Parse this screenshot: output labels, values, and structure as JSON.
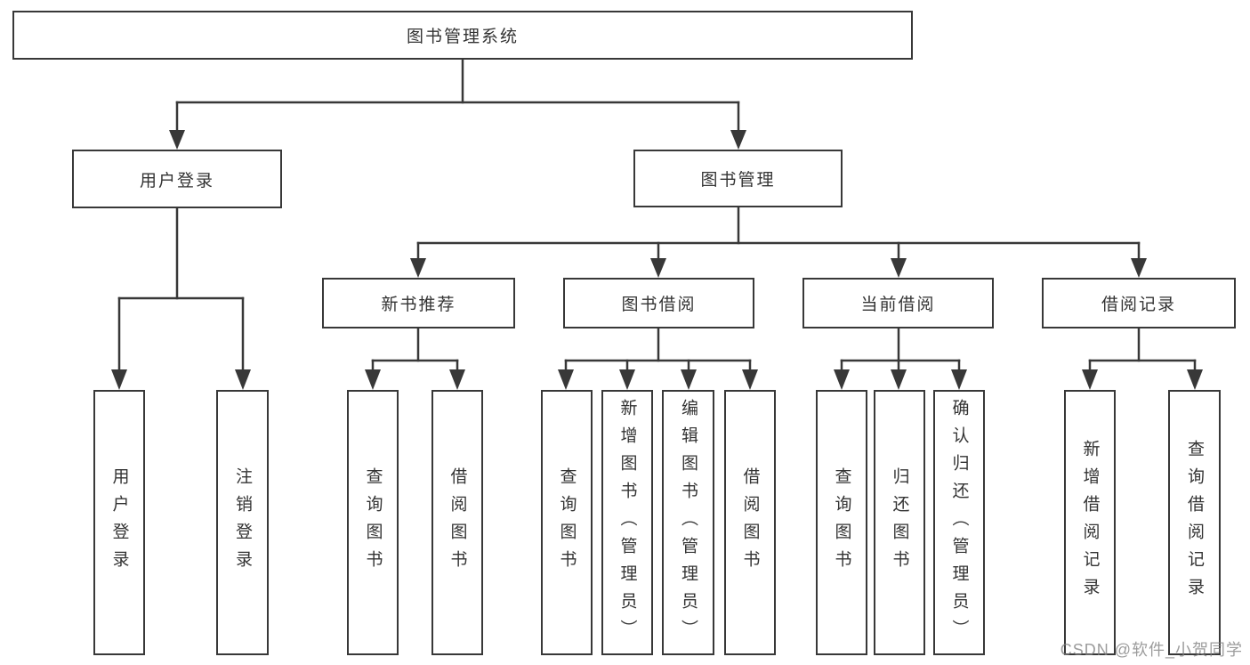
{
  "tree": {
    "root": {
      "label": "图书管理系统"
    },
    "branches": [
      {
        "label": "用户登录",
        "children": [
          {
            "label": "用户登录"
          },
          {
            "label": "注销登录"
          }
        ]
      },
      {
        "label": "图书管理",
        "children": [
          {
            "label": "新书推荐",
            "children": [
              {
                "label": "查询图书"
              },
              {
                "label": "借阅图书"
              }
            ]
          },
          {
            "label": "图书借阅",
            "children": [
              {
                "label": "查询图书"
              },
              {
                "label": "新增图书（管理员）"
              },
              {
                "label": "编辑图书（管理员）"
              },
              {
                "label": "借阅图书"
              }
            ]
          },
          {
            "label": "当前借阅",
            "children": [
              {
                "label": "查询图书"
              },
              {
                "label": "归还图书"
              },
              {
                "label": "确认归还（管理员）"
              }
            ]
          },
          {
            "label": "借阅记录",
            "children": [
              {
                "label": "新增借阅记录"
              },
              {
                "label": "查询借阅记录"
              }
            ]
          }
        ]
      }
    ]
  },
  "watermark": {
    "text": "CSDN @软件_小贺同学"
  },
  "colors": {
    "line": "#383838",
    "text": "#333333",
    "watermark": "#9b9b9b",
    "background": "#ffffff"
  }
}
